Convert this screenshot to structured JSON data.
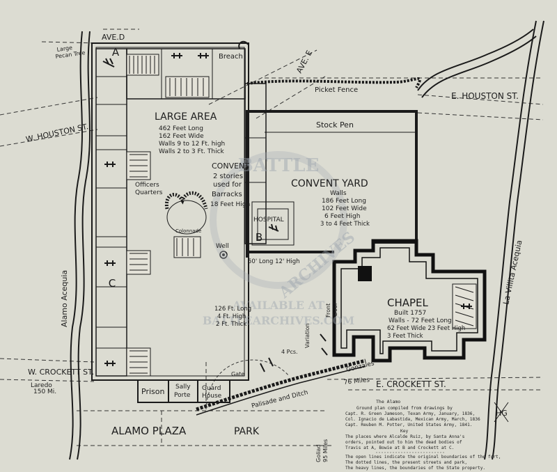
{
  "map": {
    "streets": {
      "ave_d": "AVE.D",
      "ave_e": "AVE. E",
      "e_houston": "E. HOUSTON  ST.",
      "w_houston": "W. HOUSTON  ST.",
      "w_crockett": "W. CROCKETT ST.",
      "e_crockett": "E. CROCKETT  ST.",
      "alamo_plaza": "ALAMO  PLAZA",
      "park": "PARK"
    },
    "waterways": {
      "alamo_acequia": "Alamo  Acequia",
      "la_villita_acequia": "La Villita  Acequia"
    },
    "roads": {
      "laredo": "Laredo",
      "laredo_miles": "150 Mi.",
      "gonzales": "Gonzales",
      "gonzales_miles": "76 Miles",
      "goliad": "Goliad",
      "goliad_miles": "95 Miles"
    },
    "features": {
      "large_pecan": [
        "Large",
        "Pecan Tree"
      ],
      "breach": "Breach",
      "picket_fence": "Picket Fence",
      "stock_pen": "Stock Pen",
      "large_area_title": "LARGE AREA",
      "large_area_lines": [
        "462 Feet Long",
        "162 Feet Wide",
        "Walls 9 to 12 Ft. high",
        "Walls 2 to 3 Ft. Thick"
      ],
      "convent_lines": [
        "CONVENT",
        "2 stories",
        "used for",
        "Barracks",
        "18 Feet High"
      ],
      "convent_yard_title": "CONVENT YARD",
      "convent_yard_lines": [
        "Walls",
        "186 Feet Long",
        "102 Feet Wide",
        "6 Feet High",
        "3 to 4 Feet Thick"
      ],
      "officers_quarters": [
        "Officers",
        "Quarters"
      ],
      "hospital": "HOSPITAL",
      "colonnade": "Colonnade",
      "well": "Well",
      "wall_50": "50' Long 12' High",
      "chapel_title": "CHAPEL",
      "chapel_lines": [
        "Built 1757",
        "Walls - 72 Feet Long",
        "62 Feet Wide 23 Feet High",
        "3 Feet Thick"
      ],
      "wall_126": [
        "126 Ft. Long",
        "4 Ft. High",
        "2 Ft. Thick"
      ],
      "variation": "Variation",
      "front_door": [
        "Front",
        "Door"
      ],
      "prison": "Prison",
      "sally_porte": [
        "Sally",
        "Porte"
      ],
      "guard_house": [
        "Guard",
        "House"
      ],
      "gate": "Gate",
      "palisade": "Palisade and Ditch",
      "artillery": "4 Pcs.",
      "point_a": "A",
      "point_b": "B",
      "point_c": "C"
    },
    "watermark": {
      "top": "BATTLE",
      "side": "ARCHIVES",
      "line1": "AVAILABLE AT",
      "line2": "BATTLEARCHIVES.COM"
    },
    "caption": {
      "title": "The Alamo",
      "lines": [
        "Ground plan compiled from drawings by",
        "Capt. R. Green Jameson, Texan Army, January, 1836,",
        "Col. Ignacio de Labastida, Mexican Army, March, 1836",
        "Capt. Reuben M. Potter, United States Army, 1841."
      ],
      "key_title": "Key",
      "key_lines": [
        "The places where Alcalde Ruiz, by Santa Anna's",
        "orders, pointed out to him the dead bodies of",
        "Travis at A, Bowie at B and Crockett at C."
      ],
      "legend_lines": [
        "The open lines indicate the original boundaries of the fort,",
        "The dotted lines, the present streets and park,",
        "The heavy lines, the boundaries of the State property."
      ]
    },
    "monogram": "HG"
  }
}
